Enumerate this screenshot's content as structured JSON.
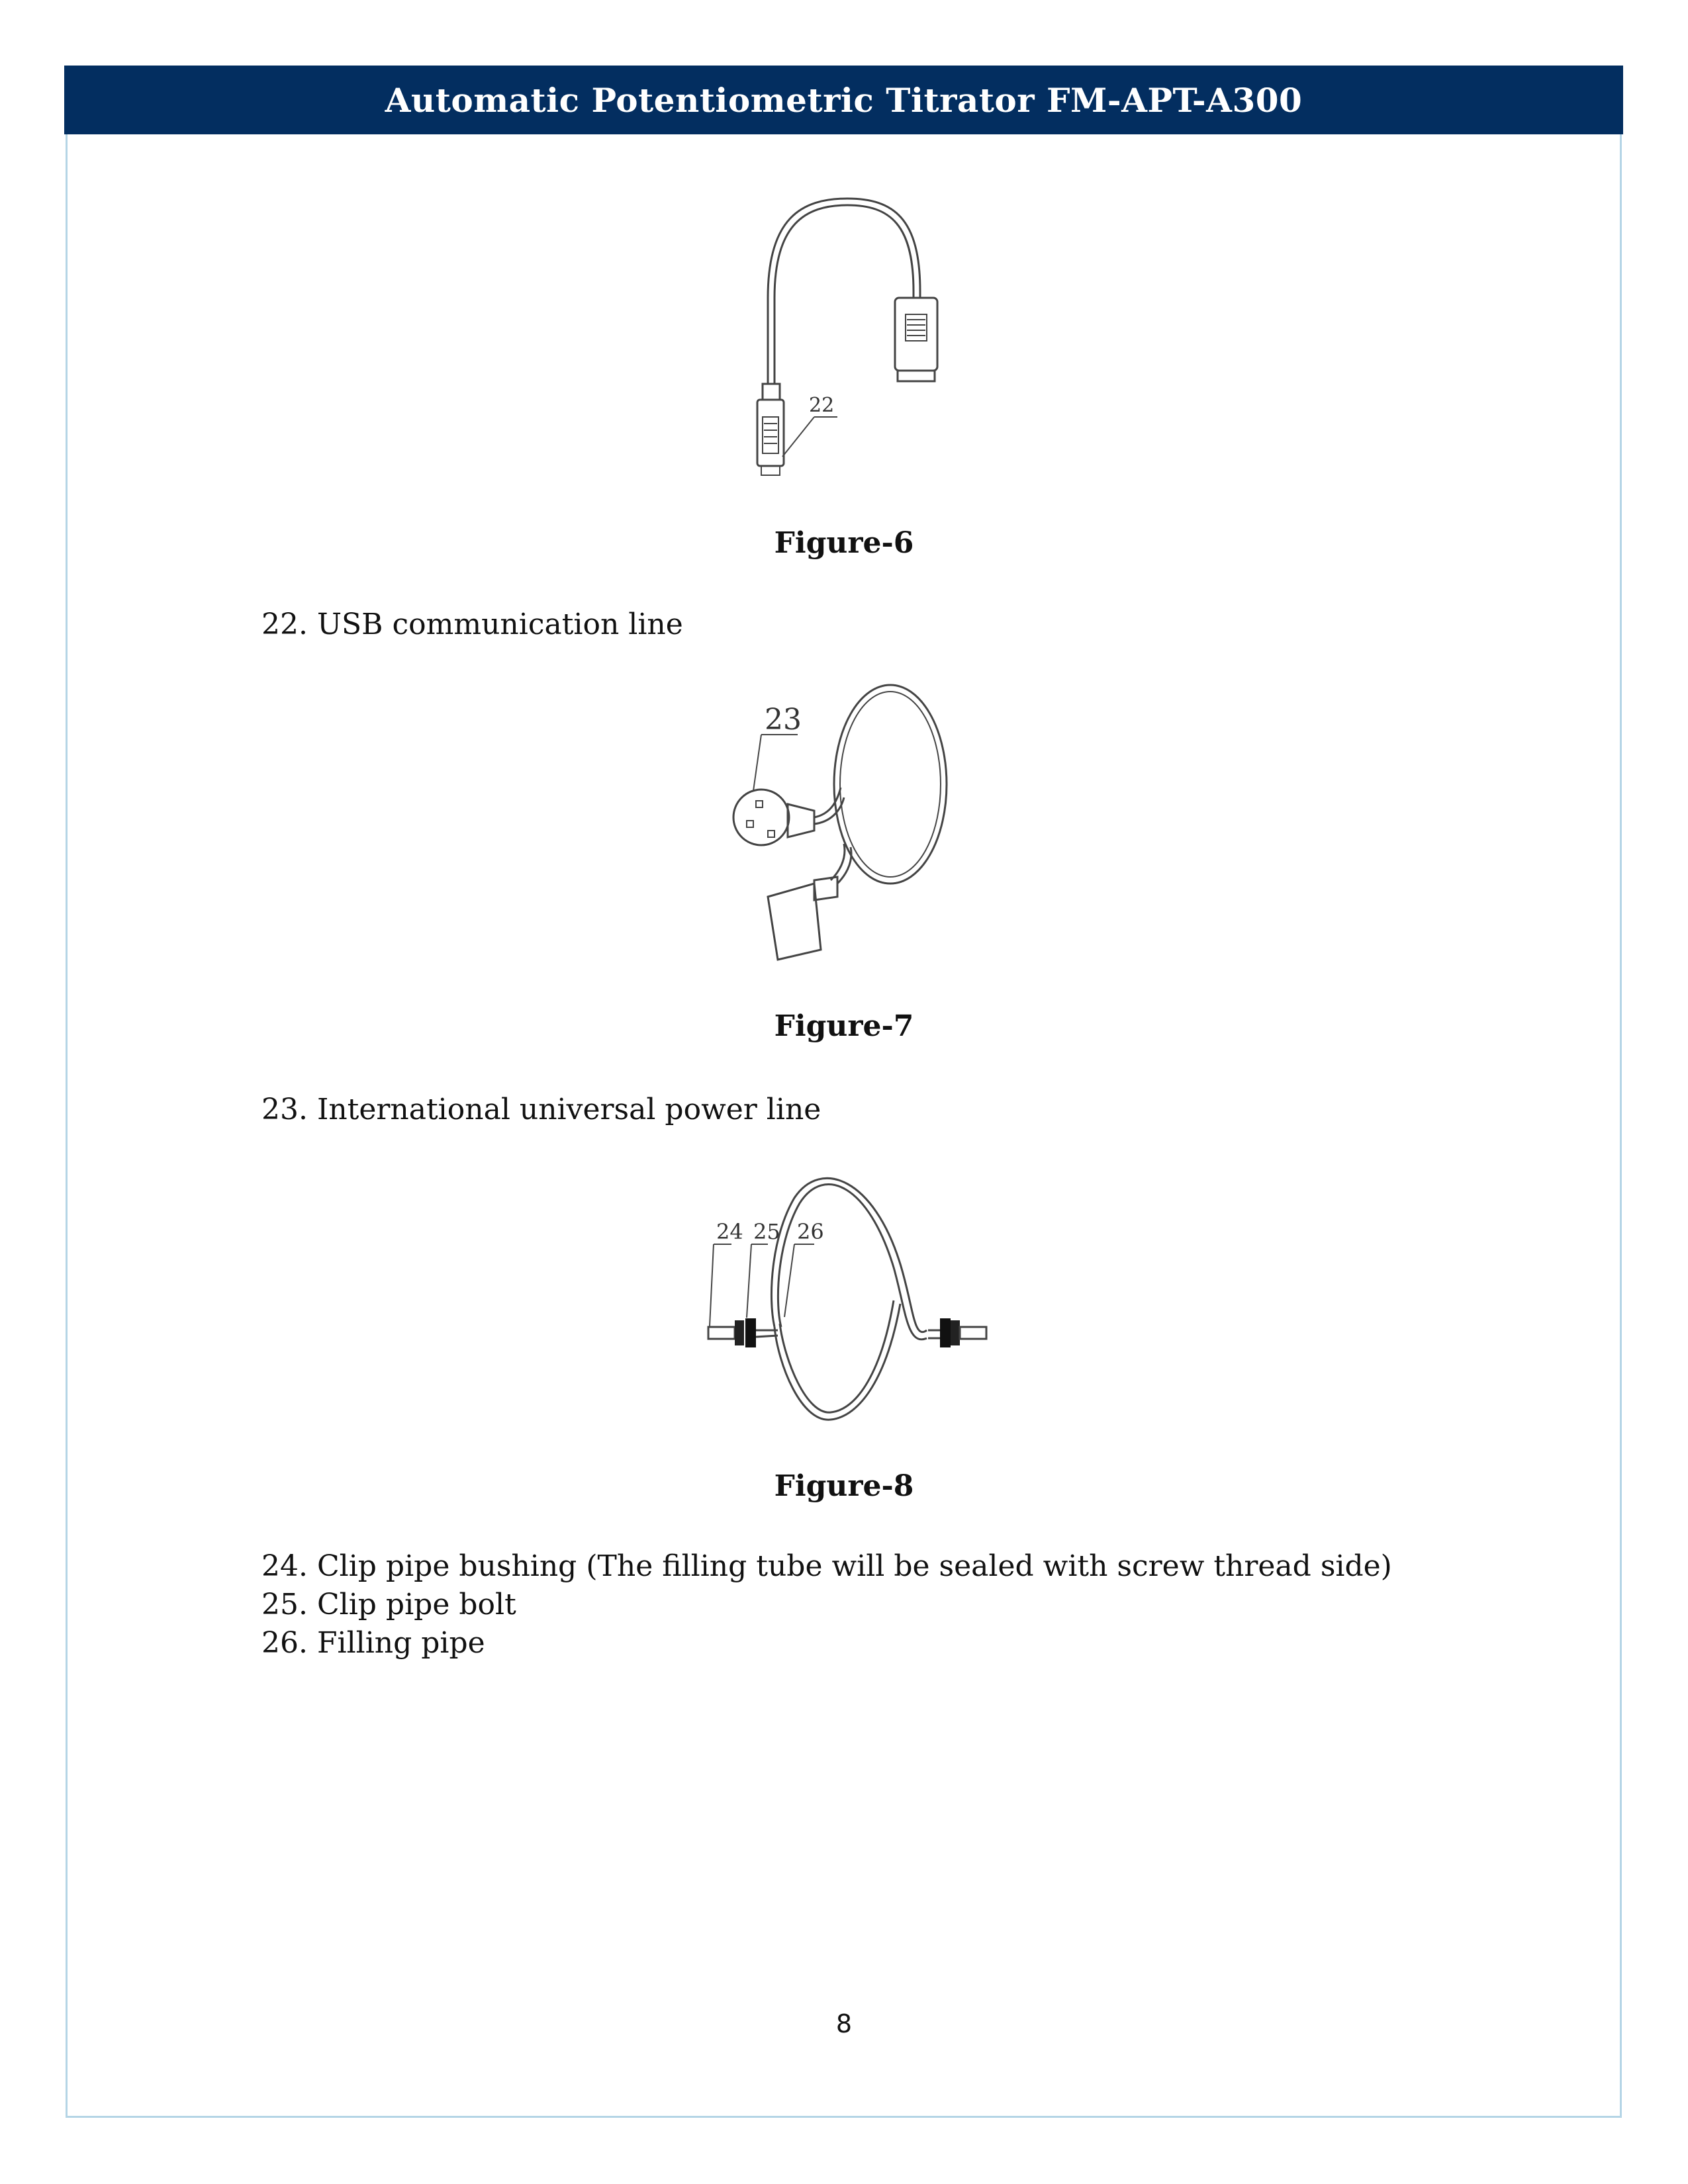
{
  "header": {
    "title": "Automatic Potentiometric Titrator FM-APT-A300"
  },
  "figures": [
    {
      "caption": "Figure-6",
      "callouts": [
        "22"
      ],
      "items": [
        "22. USB communication line"
      ]
    },
    {
      "caption": "Figure-7",
      "callouts": [
        "23"
      ],
      "items": [
        "23. International universal power line"
      ]
    },
    {
      "caption": "Figure-8",
      "callouts": [
        "24",
        "25",
        "26"
      ],
      "items": [
        "24. Clip pipe bushing (The filling tube will be sealed with screw thread side)",
        "25. Clip pipe bolt",
        "26. Filling pipe"
      ]
    }
  ],
  "footer": {
    "page_number": "8"
  },
  "colors": {
    "header_bg": "#032e60",
    "frame_border": "#b5d5e6"
  }
}
